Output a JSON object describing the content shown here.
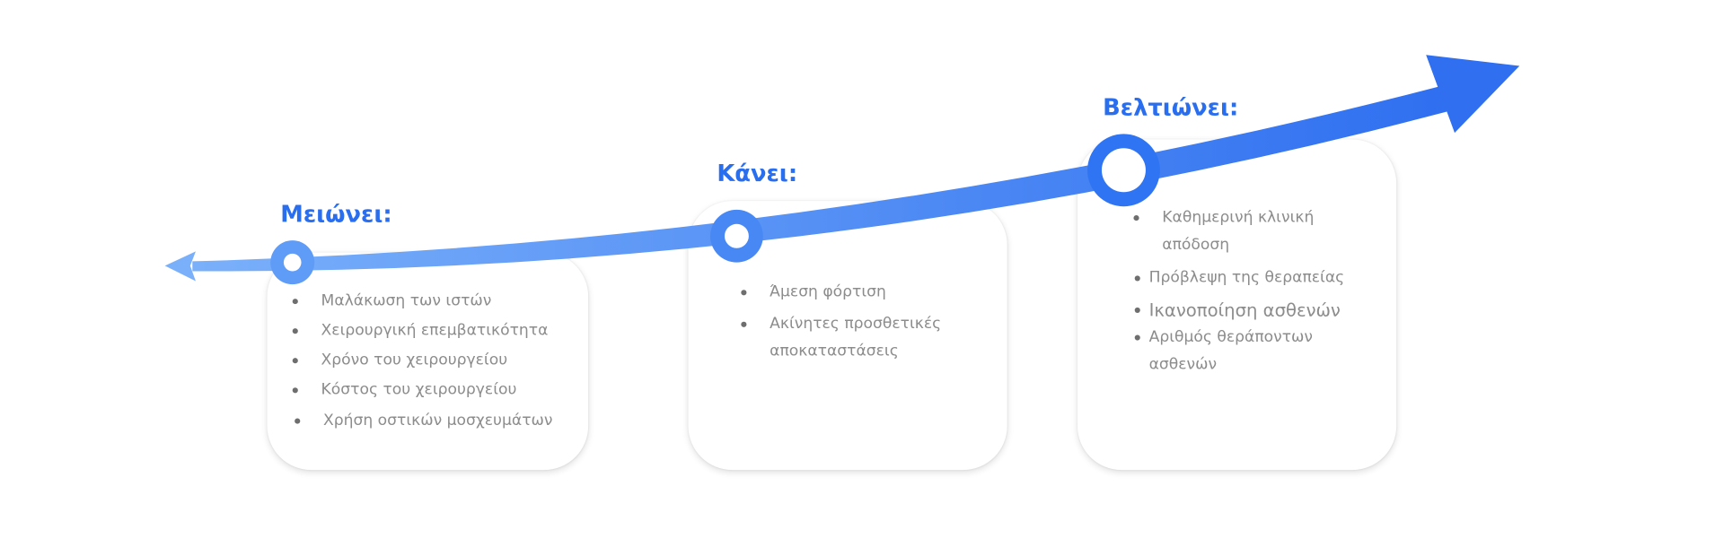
{
  "colors": {
    "accent": "#2a6ef0",
    "arrow_start": "#7ab0fa",
    "arrow_end": "#2f6ff0",
    "text": "#8c8c8c"
  },
  "stages": [
    {
      "title": "Μειώνει:",
      "items": [
        "Μαλάκωση των ιστών",
        "Χειρουργική επεμβατικότητα",
        "Χρόνο του χειρουργείου",
        "Κόστος του χειρουργείου",
        "Χρήση οστικών μοσχευμάτων"
      ]
    },
    {
      "title": "Κάνει:",
      "items": [
        "Άμεση φόρτιση",
        "Ακίνητες προσθετικές αποκαταστάσεις"
      ]
    },
    {
      "title": "Βελτιώνει:",
      "items": [
        "Καθημερινή κλινική απόδοση",
        "Πρόβλεψη της θεραπείας",
        "Ικανοποίηση ασθενών",
        "Αριθμός θεράποντων ασθενών"
      ]
    }
  ]
}
